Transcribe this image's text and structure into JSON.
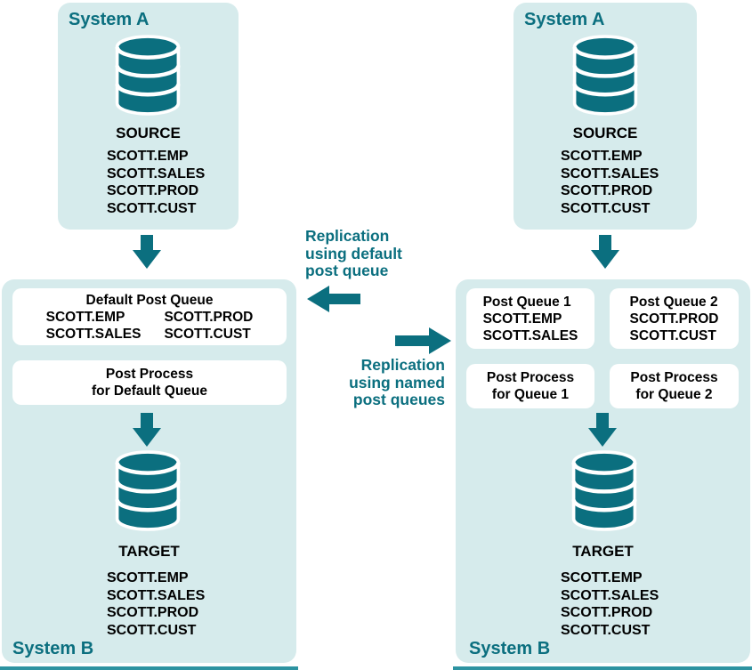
{
  "colors": {
    "panel_bg": "#d6ebec",
    "teal": "#0b6f7f",
    "accent_bar": "#2d93a1",
    "box_bg": "#ffffff",
    "text": "#000000"
  },
  "middle": {
    "default_label": {
      "line1": "Replication",
      "line2": "using default",
      "line3": "post queue"
    },
    "named_label": {
      "line1": "Replication",
      "line2": "using named",
      "line3": "post queues"
    }
  },
  "left_flow": {
    "system_a": {
      "title": "System A",
      "db_caption": "SOURCE",
      "tables": [
        "SCOTT.EMP",
        "SCOTT.SALES",
        "SCOTT.PROD",
        "SCOTT.CUST"
      ]
    },
    "system_b": {
      "title": "System B",
      "queue_box": {
        "title": "Default Post Queue",
        "col1": [
          "SCOTT.EMP",
          "SCOTT.SALES"
        ],
        "col2": [
          "SCOTT.PROD",
          "SCOTT.CUST"
        ]
      },
      "process_box": {
        "line1": "Post Process",
        "line2": "for Default Queue"
      },
      "db_caption": "TARGET",
      "tables": [
        "SCOTT.EMP",
        "SCOTT.SALES",
        "SCOTT.PROD",
        "SCOTT.CUST"
      ]
    }
  },
  "right_flow": {
    "system_a": {
      "title": "System A",
      "db_caption": "SOURCE",
      "tables": [
        "SCOTT.EMP",
        "SCOTT.SALES",
        "SCOTT.PROD",
        "SCOTT.CUST"
      ]
    },
    "system_b": {
      "title": "System B",
      "queue_box_1": {
        "title": "Post Queue 1",
        "tables": [
          "SCOTT.EMP",
          "SCOTT.SALES"
        ]
      },
      "queue_box_2": {
        "title": "Post Queue 2",
        "tables": [
          "SCOTT.PROD",
          "SCOTT.CUST"
        ]
      },
      "process_box_1": {
        "line1": "Post Process",
        "line2": "for Queue 1"
      },
      "process_box_2": {
        "line1": "Post Process",
        "line2": "for Queue 2"
      },
      "db_caption": "TARGET",
      "tables": [
        "SCOTT.EMP",
        "SCOTT.SALES",
        "SCOTT.PROD",
        "SCOTT.CUST"
      ]
    }
  }
}
